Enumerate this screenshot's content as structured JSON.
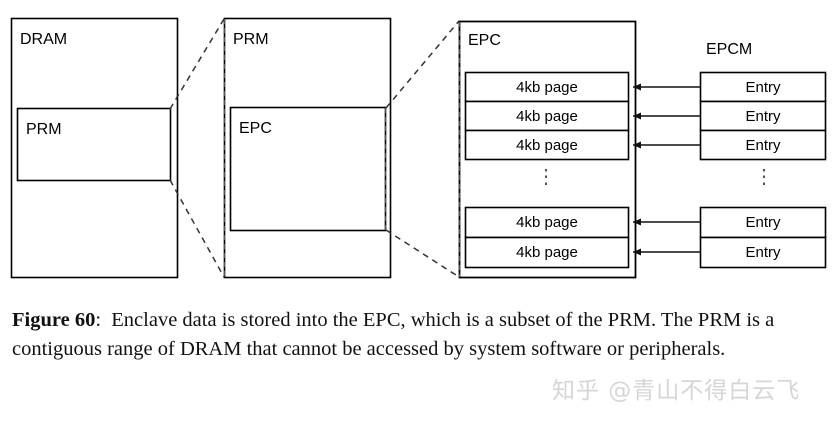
{
  "figure": {
    "panels": {
      "dram": {
        "label": "DRAM",
        "inner_label": "PRM"
      },
      "prm": {
        "label": "PRM",
        "inner_label": "EPC"
      },
      "epc": {
        "label": "EPC",
        "pages_top": [
          "4kb page",
          "4kb page",
          "4kb page"
        ],
        "pages_bottom": [
          "4kb page",
          "4kb page"
        ],
        "ellipsis": "⋮"
      },
      "epcm": {
        "label": "EPCM",
        "entries_top": [
          "Entry",
          "Entry",
          "Entry"
        ],
        "entries_bottom": [
          "Entry",
          "Entry"
        ],
        "ellipsis": "⋮"
      }
    },
    "colors": {
      "stroke": "#000000",
      "dashed_stroke": "#444444",
      "arrow": "#222222",
      "background": "#ffffff"
    }
  },
  "caption": {
    "figure_number": "Figure 60",
    "separator": ":",
    "text": "Enclave data is stored into the EPC, which is a subset of the PRM. The PRM is a contiguous range of DRAM that cannot be accessed by system software or peripherals."
  },
  "watermark": {
    "text": "知乎 @青山不得白云飞"
  }
}
